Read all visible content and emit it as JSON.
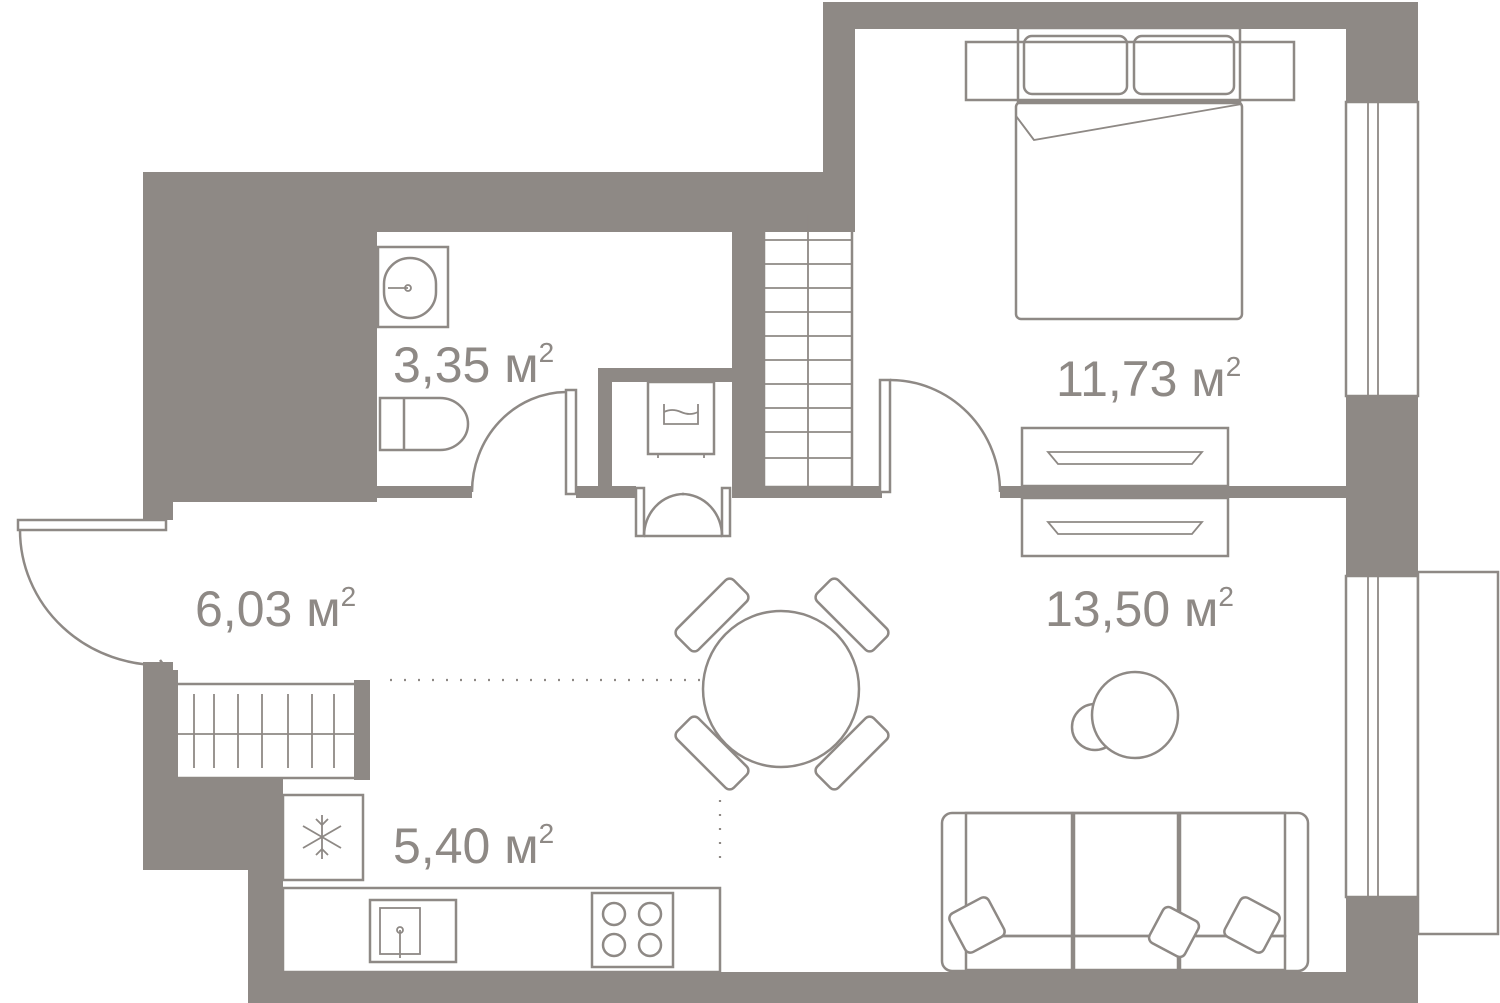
{
  "rooms": [
    {
      "id": "bathroom",
      "area_label": "3,35 м",
      "sup": "2"
    },
    {
      "id": "bedroom",
      "area_label": "11,73 м",
      "sup": "2"
    },
    {
      "id": "hallway",
      "area_label": "6,03 м",
      "sup": "2"
    },
    {
      "id": "living",
      "area_label": "13,50 м",
      "sup": "2"
    },
    {
      "id": "kitchen",
      "area_label": "5,40 м",
      "sup": "2"
    }
  ],
  "colors": {
    "wall": "#8e8985",
    "background": "#ffffff"
  },
  "icons": [
    "washbasin-icon",
    "toilet-icon",
    "washing-machine-icon",
    "bed-icon",
    "dresser-icon",
    "dining-table-icon",
    "chair-icon",
    "armchair-icon",
    "sofa-icon",
    "cushion-icon",
    "fridge-icon",
    "kitchen-sink-icon",
    "cooktop-icon",
    "wardrobe-icon",
    "door-icon",
    "window-icon"
  ]
}
